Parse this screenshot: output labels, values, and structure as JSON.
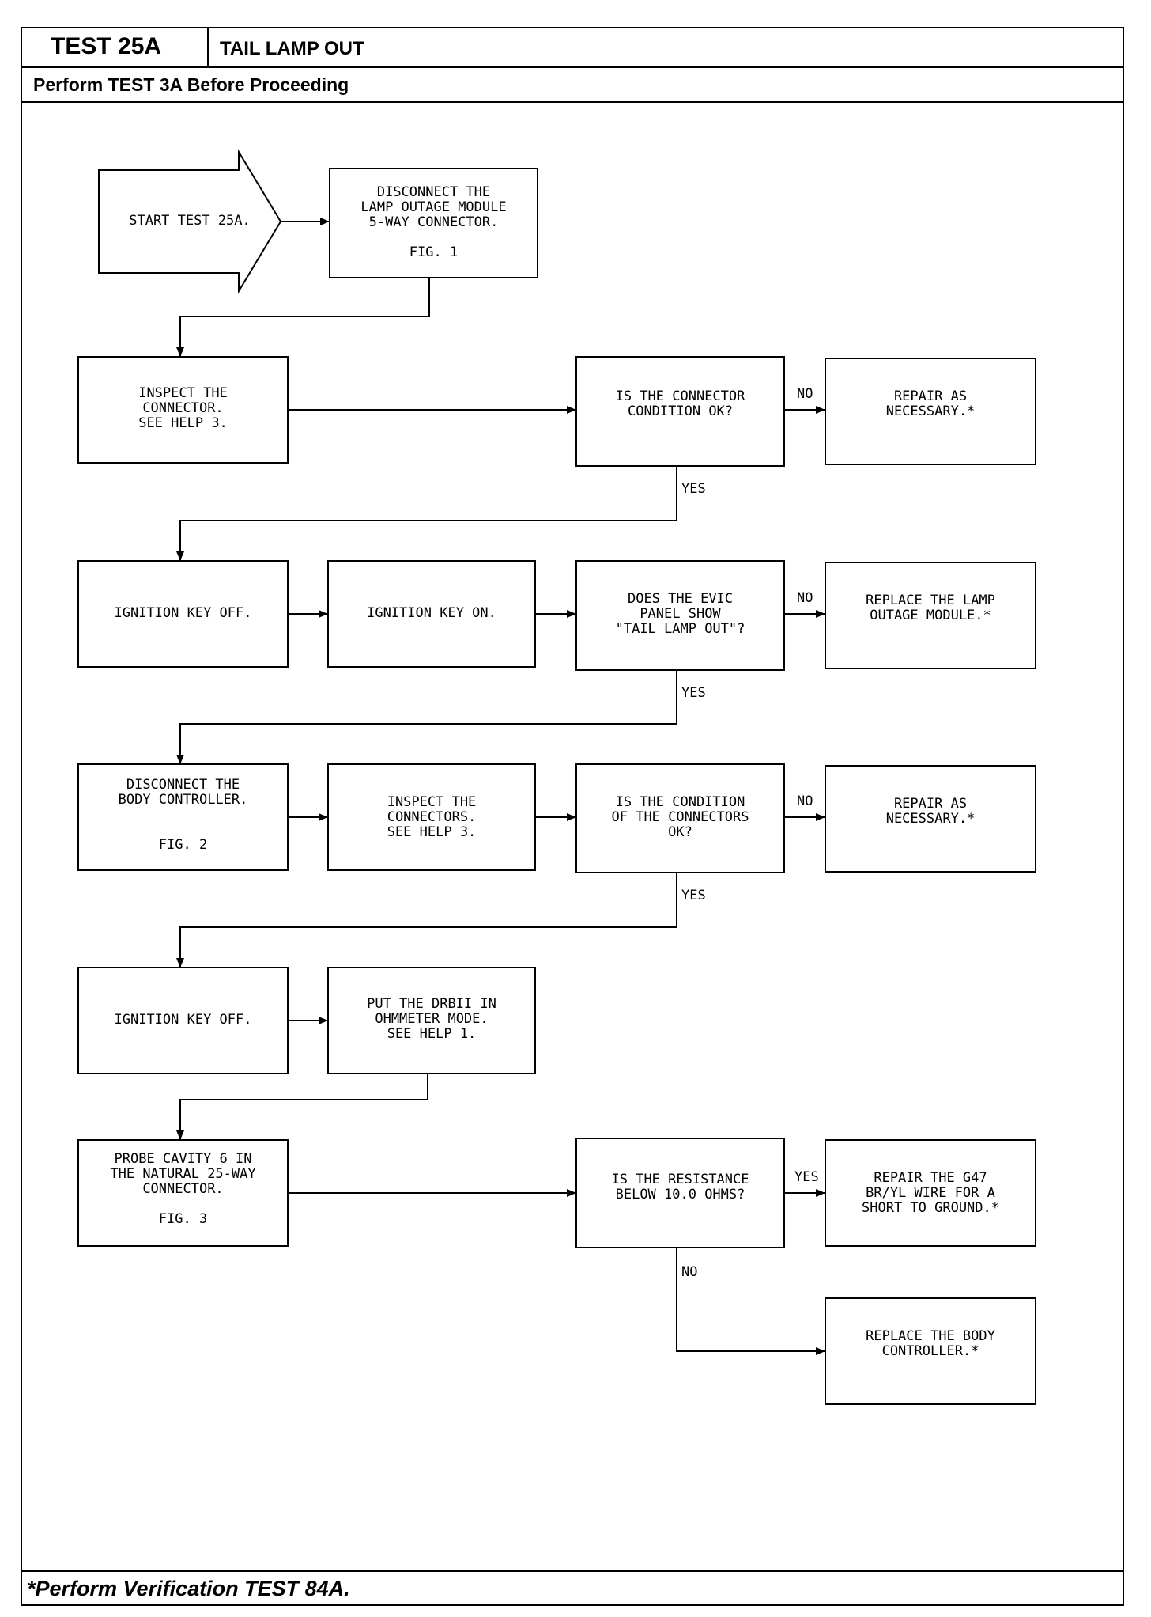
{
  "header": {
    "test_id": "TEST 25A",
    "test_name": "TAIL LAMP OUT",
    "prerequisite": "Perform TEST 3A Before Proceeding"
  },
  "footer": {
    "note": "*Perform Verification TEST 84A."
  },
  "flowchart": {
    "start": "START TEST 25A.",
    "steps": {
      "disconnect_lamp_module": "DISCONNECT THE\nLAMP OUTAGE MODULE\n5-WAY CONNECTOR.\n\nFIG. 1",
      "inspect_connector": "INSPECT THE\nCONNECTOR.\nSEE HELP 3.",
      "q_connector_ok": "IS THE CONNECTOR\nCONDITION OK?",
      "repair_1": "REPAIR AS\nNECESSARY.*",
      "ignition_off_1": "IGNITION KEY OFF.",
      "ignition_on": "IGNITION KEY ON.",
      "q_evic": "DOES THE EVIC\nPANEL SHOW\n\"TAIL LAMP OUT\"?",
      "replace_lamp_module": "REPLACE THE LAMP\nOUTAGE MODULE.*",
      "disconnect_body": "DISCONNECT THE\nBODY CONTROLLER.\n\n\nFIG. 2",
      "inspect_connectors": "INSPECT THE\nCONNECTORS.\nSEE HELP 3.",
      "q_connectors_ok": "IS THE CONDITION\nOF THE CONNECTORS\nOK?",
      "repair_2": "REPAIR AS\nNECESSARY.*",
      "ignition_off_2": "IGNITION KEY OFF.",
      "drbii_ohmmeter": "PUT THE DRBII IN\nOHMMETER MODE.\nSEE HELP 1.",
      "probe_cavity": "PROBE CAVITY 6 IN\nTHE NATURAL 25-WAY\nCONNECTOR.\n\nFIG. 3",
      "q_resistance": "IS THE RESISTANCE\nBELOW 10.0 OHMS?",
      "repair_g47": "REPAIR THE G47\nBR/YL WIRE FOR A\nSHORT TO GROUND.*",
      "replace_body": "REPLACE THE BODY\nCONTROLLER.*"
    },
    "labels": {
      "no_1": "NO",
      "yes_1": "YES",
      "no_2": "NO",
      "yes_2": "YES",
      "no_3": "NO",
      "yes_3": "YES",
      "yes_4": "YES",
      "no_4": "NO"
    }
  }
}
